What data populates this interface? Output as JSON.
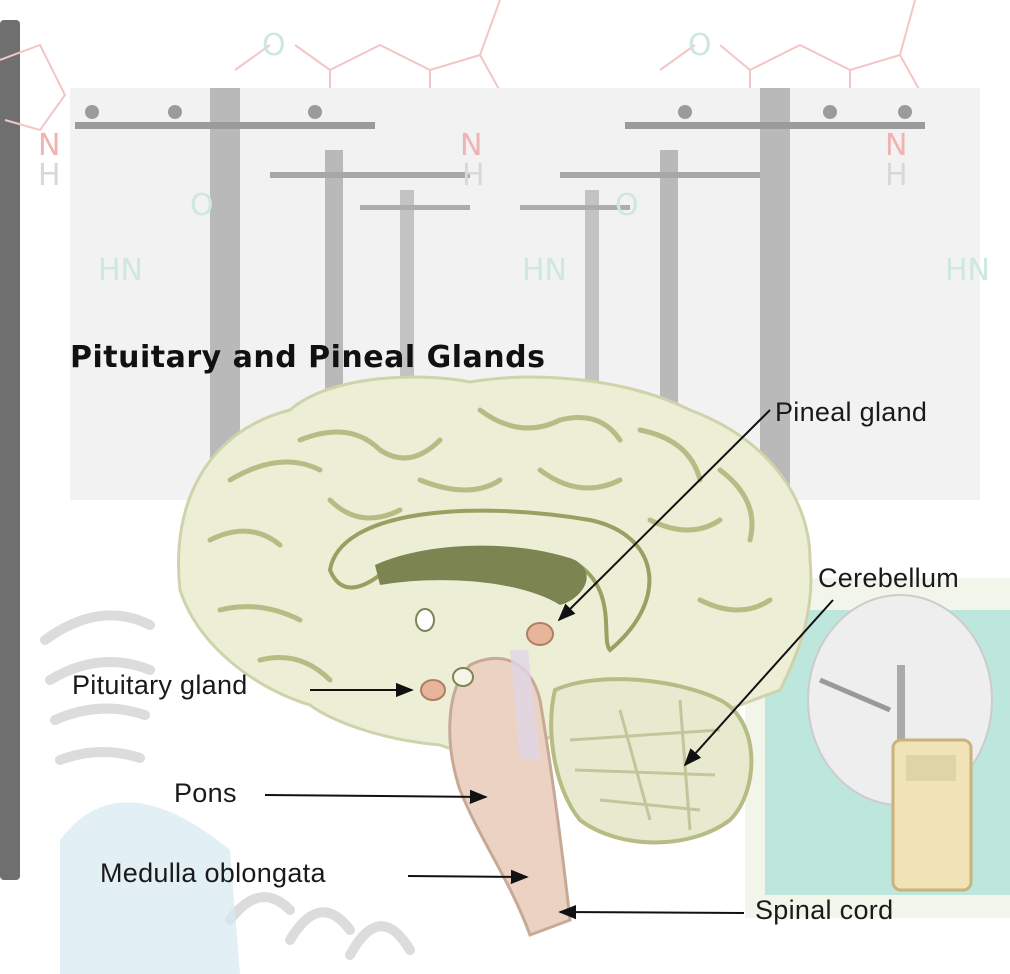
{
  "title": "Pituitary and Pineal Glands",
  "labels": {
    "pineal_gland": "Pineal gland",
    "cerebellum": "Cerebellum",
    "pituitary_gland": "Pituitary gland",
    "pons": "Pons",
    "medulla_oblongata": "Medulla oblongata",
    "spinal_cord": "Spinal cord"
  },
  "watermark_glyphs": {
    "n": "N",
    "h": "H",
    "o": "O",
    "hn": "HN"
  },
  "colors": {
    "brain_fill": "#eceed6",
    "brain_fold": "#a9ae74",
    "corpus_dark": "#7c8451",
    "brainstem": "#ecd2c2",
    "gland": "#e7b69a",
    "watermark_red": "#f3c6c6",
    "watermark_teal": "#cde8de",
    "pole_gray": "#b7b7b7"
  }
}
